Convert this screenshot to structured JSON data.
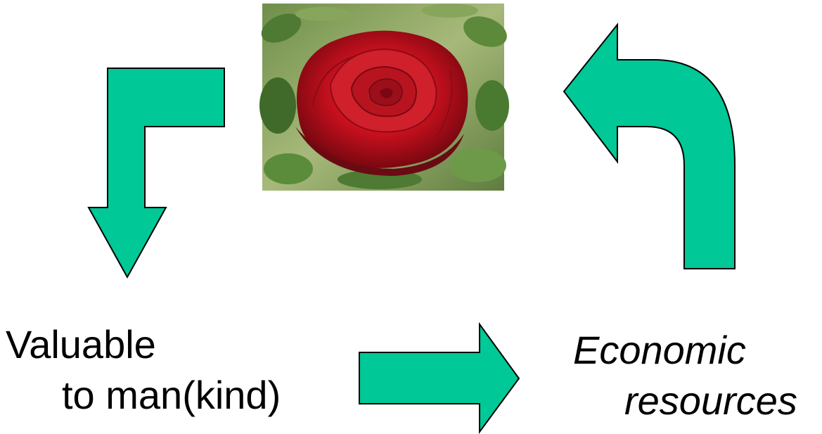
{
  "colors": {
    "arrow_fill": "#00C896",
    "arrow_stroke": "#000000",
    "text": "#000000"
  },
  "image": {
    "subject": "red rose among green leaves"
  },
  "labels": {
    "valuable_line1": "Valuable",
    "valuable_line2": "to man(kind)",
    "economic_line1": "Economic",
    "economic_line2": "resources"
  },
  "arrows": [
    {
      "name": "arrow-rose-to-valuable",
      "direction": "down"
    },
    {
      "name": "arrow-valuable-to-economic",
      "direction": "right"
    },
    {
      "name": "arrow-economic-to-rose",
      "direction": "up-left"
    }
  ]
}
